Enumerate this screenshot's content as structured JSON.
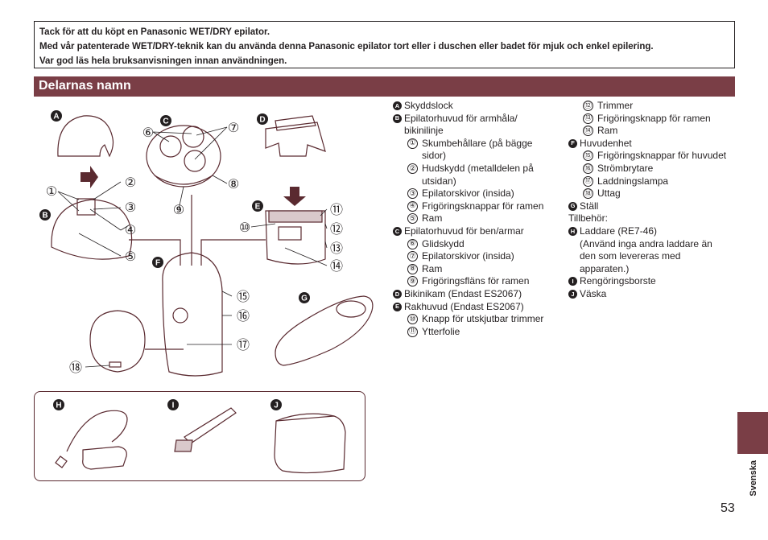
{
  "intro": {
    "line1": "Tack för att du köpt en Panasonic WET/DRY epilator.",
    "line2": "Med vår patenterade WET/DRY-teknik kan du använda denna Panasonic epilator tort eller i duschen eller badet för mjuk och enkel epilering.",
    "line3": "Var god läs hela bruksanvisningen innan användningen."
  },
  "section_title": "Delarnas namn",
  "figure_labels": {
    "A": "A",
    "B": "B",
    "C": "C",
    "D": "D",
    "E": "E",
    "F": "F",
    "G": "G",
    "H": "H",
    "I": "I",
    "J": "J",
    "n1": "①",
    "n2": "②",
    "n3": "③",
    "n4": "④",
    "n5": "⑤",
    "n6": "⑥",
    "n7": "⑦",
    "n8": "⑧",
    "n9": "⑨",
    "n10": "⑩",
    "n11": "⑪",
    "n12": "⑫",
    "n13": "⑬",
    "n14": "⑭",
    "n15": "⑮",
    "n16": "⑯",
    "n17": "⑰",
    "n18": "⑱"
  },
  "col1": {
    "a_badge": "A",
    "a_text": "Skyddslock",
    "b_badge": "B",
    "b_text": "Epilatorhuvud för armhåla/",
    "b_text2": "bikinilinje",
    "i1_num": "①",
    "i1_text": "Skumbehållare (på bägge",
    "i1_text2": "sidor)",
    "i2_num": "②",
    "i2_text": "Hudskydd (metalldelen på",
    "i2_text2": "utsidan)",
    "i3_num": "③",
    "i3_text": "Epilatorskivor (insida)",
    "i4_num": "④",
    "i4_text": "Frigöringsknappar för ramen",
    "i5_num": "⑤",
    "i5_text": "Ram",
    "c_badge": "C",
    "c_text": "Epilatorhuvud för ben/armar",
    "i6_num": "⑥",
    "i6_text": "Glidskydd",
    "i7_num": "⑦",
    "i7_text": "Epilatorskivor (insida)",
    "i8_num": "⑧",
    "i8_text": "Ram",
    "i9_num": "⑨",
    "i9_text": "Frigöringsfläns för ramen",
    "d_badge": "D",
    "d_text": "Bikinikam (Endast ES2067)",
    "e_badge": "E",
    "e_text": "Rakhuvud (Endast ES2067)",
    "i10_num": "⑩",
    "i10_text": "Knapp för utskjutbar trimmer",
    "i11_num": "⑪",
    "i11_text": "Ytterfolie"
  },
  "col2": {
    "i12_num": "⑫",
    "i12_text": "Trimmer",
    "i13_num": "⑬",
    "i13_text": "Frigöringsknapp för ramen",
    "i14_num": "⑭",
    "i14_text": "Ram",
    "f_badge": "F",
    "f_text": "Huvudenhet",
    "i15_num": "⑮",
    "i15_text": "Frigöringsknappar för huvudet",
    "i16_num": "⑯",
    "i16_text": "Strömbrytare",
    "i17_num": "⑰",
    "i17_text": "Laddningslampa",
    "i18_num": "⑱",
    "i18_text": "Uttag",
    "g_badge": "G",
    "g_text": "Ställ",
    "accessories": "Tillbehör:",
    "h_badge": "H",
    "h_text": "Laddare (RE7-46)",
    "h_note1": "(Använd inga andra laddare än",
    "h_note2": "den som levereras med",
    "h_note3": "apparaten.)",
    "i_badge": "I",
    "i_text": "Rengöringsborste",
    "j_badge": "J",
    "j_text": "Väska"
  },
  "side_language": "Svenska",
  "page_number": "53",
  "colors": {
    "accent": "#7a3e46",
    "line": "#5a2a30",
    "text": "#231f20"
  }
}
